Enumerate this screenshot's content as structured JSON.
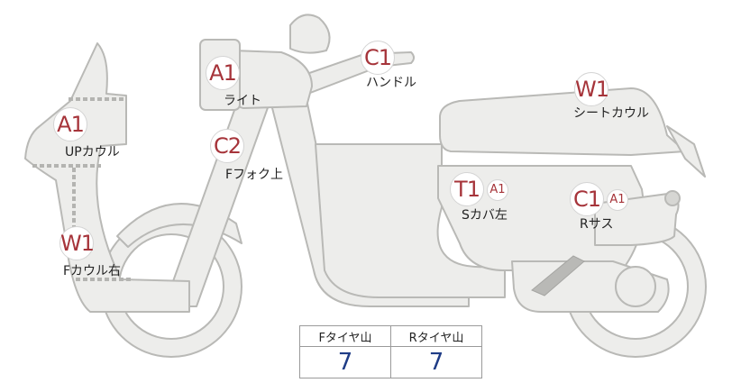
{
  "parts": [
    {
      "id": "up-cowl",
      "grade": "A1",
      "label": "UPカウル"
    },
    {
      "id": "front-cowl-right",
      "grade": "W1",
      "label": "Fカウル右"
    },
    {
      "id": "light",
      "grade": "A1",
      "label": "ライト"
    },
    {
      "id": "front-fork-upper",
      "grade": "C2",
      "label": "Fフォク上"
    },
    {
      "id": "handle",
      "grade": "C1",
      "label": "ハンドル"
    },
    {
      "id": "seat-cowl",
      "grade": "W1",
      "label": "シートカウル"
    },
    {
      "id": "side-cover-left",
      "grade": "T1",
      "sub_grade": "A1",
      "label": "Sカバ左"
    },
    {
      "id": "rear-suspension",
      "grade": "C1",
      "sub_grade": "A1",
      "label": "Rサス"
    }
  ],
  "tire_table": {
    "headers": [
      "Fタイヤ山",
      "Rタイヤ山"
    ],
    "values": [
      "7",
      "7"
    ]
  },
  "colors": {
    "grade_text": "#a6343a",
    "tire_value": "#1f3c86",
    "body_fill": "#ededeb",
    "body_stroke": "#b9b9b6"
  }
}
